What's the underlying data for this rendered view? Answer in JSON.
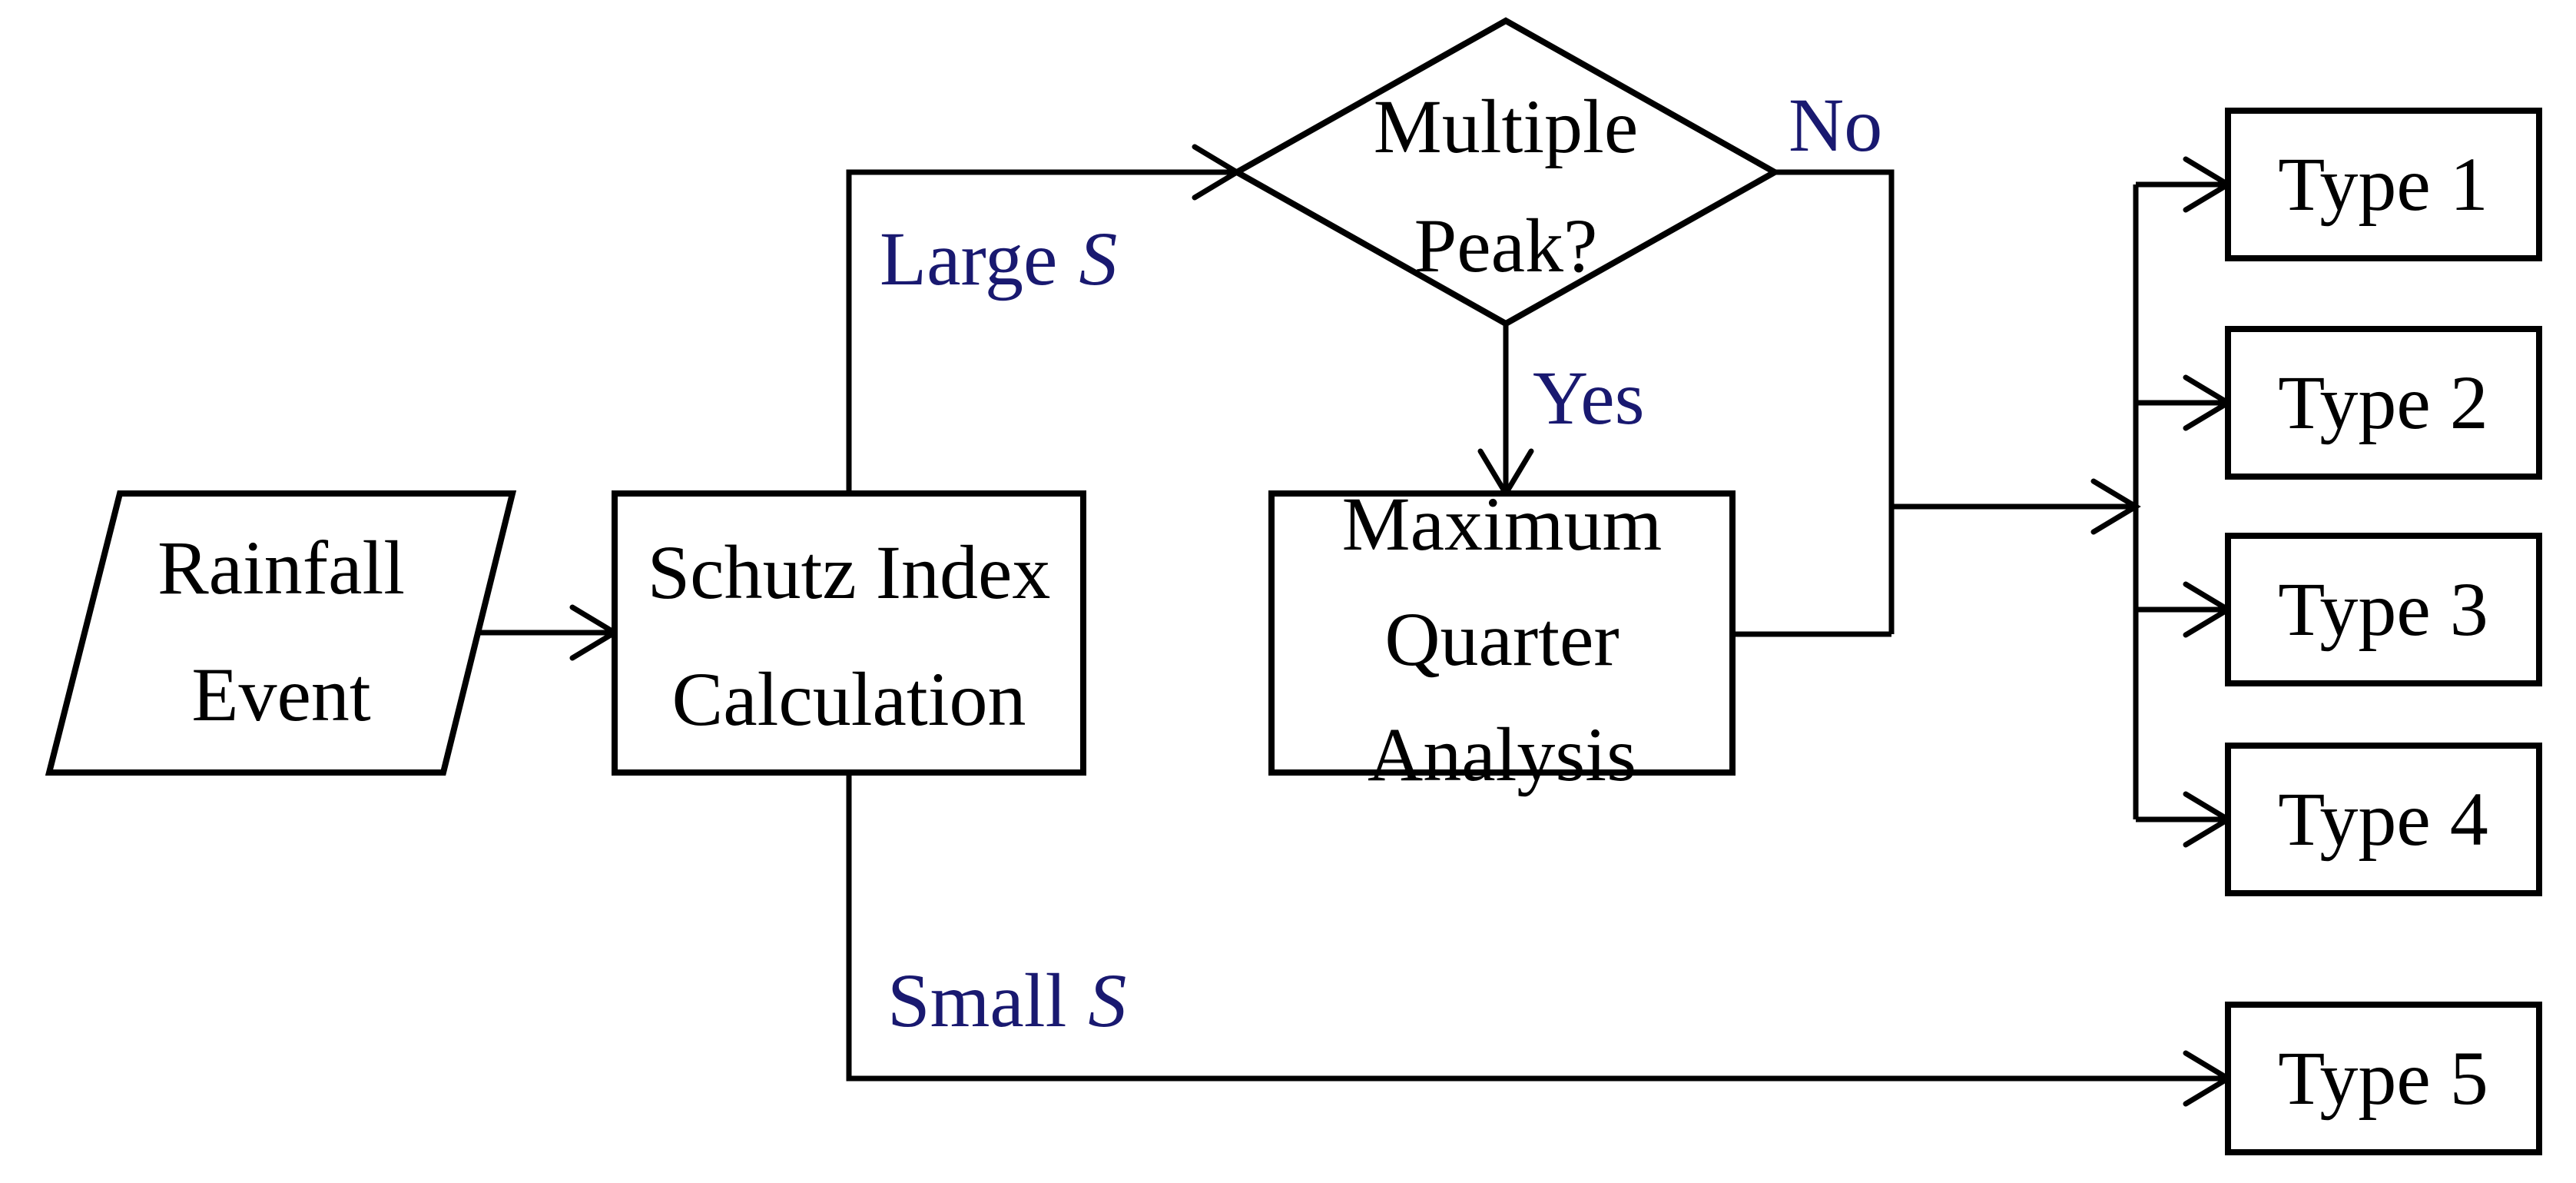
{
  "colors": {
    "line": "#000000",
    "node_text": "#000000",
    "edge_label": "#191970",
    "background": "#ffffff"
  },
  "nodes": {
    "rainfall_event": {
      "shape": "parallelogram",
      "lines": [
        "Rainfall",
        "Event"
      ]
    },
    "schutz_index": {
      "shape": "rectangle",
      "lines": [
        "Schutz Index",
        "Calculation"
      ]
    },
    "multiple_peak": {
      "shape": "diamond",
      "lines": [
        "Multiple",
        "Peak?"
      ]
    },
    "maximum_quarter": {
      "shape": "rectangle",
      "lines": [
        "Maximum",
        "Quarter",
        "Analysis"
      ]
    }
  },
  "outcome_types": [
    "Type 1",
    "Type 2",
    "Type 3",
    "Type 4",
    "Type 5"
  ],
  "edge_labels": {
    "large_s": {
      "text": "Large",
      "symbol": "S"
    },
    "small_s": {
      "text": "Small",
      "symbol": "S"
    },
    "yes": "Yes",
    "no": "No"
  }
}
